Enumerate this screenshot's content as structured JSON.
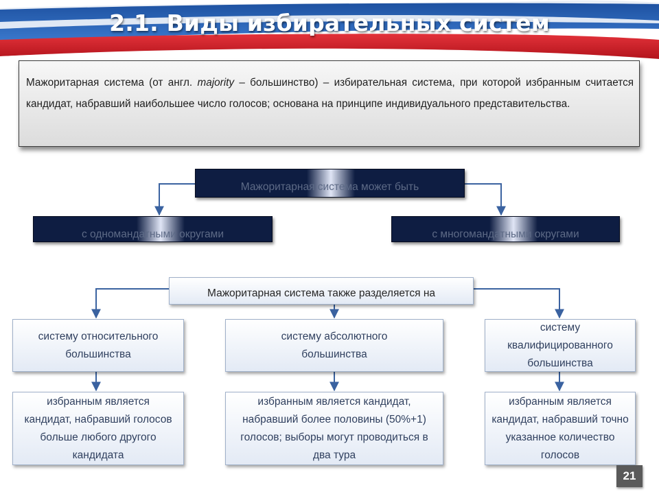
{
  "slide": {
    "title": "2.1. Виды избирательных систем",
    "page_number": "21"
  },
  "colors": {
    "flag_white": "#ffffff",
    "flag_blue": "#2a62b6",
    "flag_red": "#d4222b",
    "dark_box": "#0e1d42",
    "light_box_text": "#2f3f5e",
    "connector": "#3a62a0"
  },
  "definition": {
    "lead": "Мажоритарная система (от англ. ",
    "keyword": "majority",
    "rest": " – большинство) – избирательная система, при которой избранным считается кандидат, набравший наибольшее число  голосов; основана на принципе индивидуального представительства."
  },
  "diagram1": {
    "root": "Мажоритарная система может быть",
    "left": "с одномандатными округами",
    "right": "с многомандатными округами"
  },
  "diagram2": {
    "root": "Мажоритарная система также разделяется на",
    "categories": [
      {
        "type": "системy относительного большинства",
        "rule": "избранным является кандидат, набравший голосов больше любого другого кандидата"
      },
      {
        "type": "систему абсолютного большинства",
        "rule": "избранным является кандидат, набравший более половины (50%+1) голосов; выборы могут проводиться в два тура"
      },
      {
        "type": "систему квалифицированного большинства",
        "rule": "избранным является кандидат, набравший точно указанное количество голосов"
      }
    ]
  }
}
